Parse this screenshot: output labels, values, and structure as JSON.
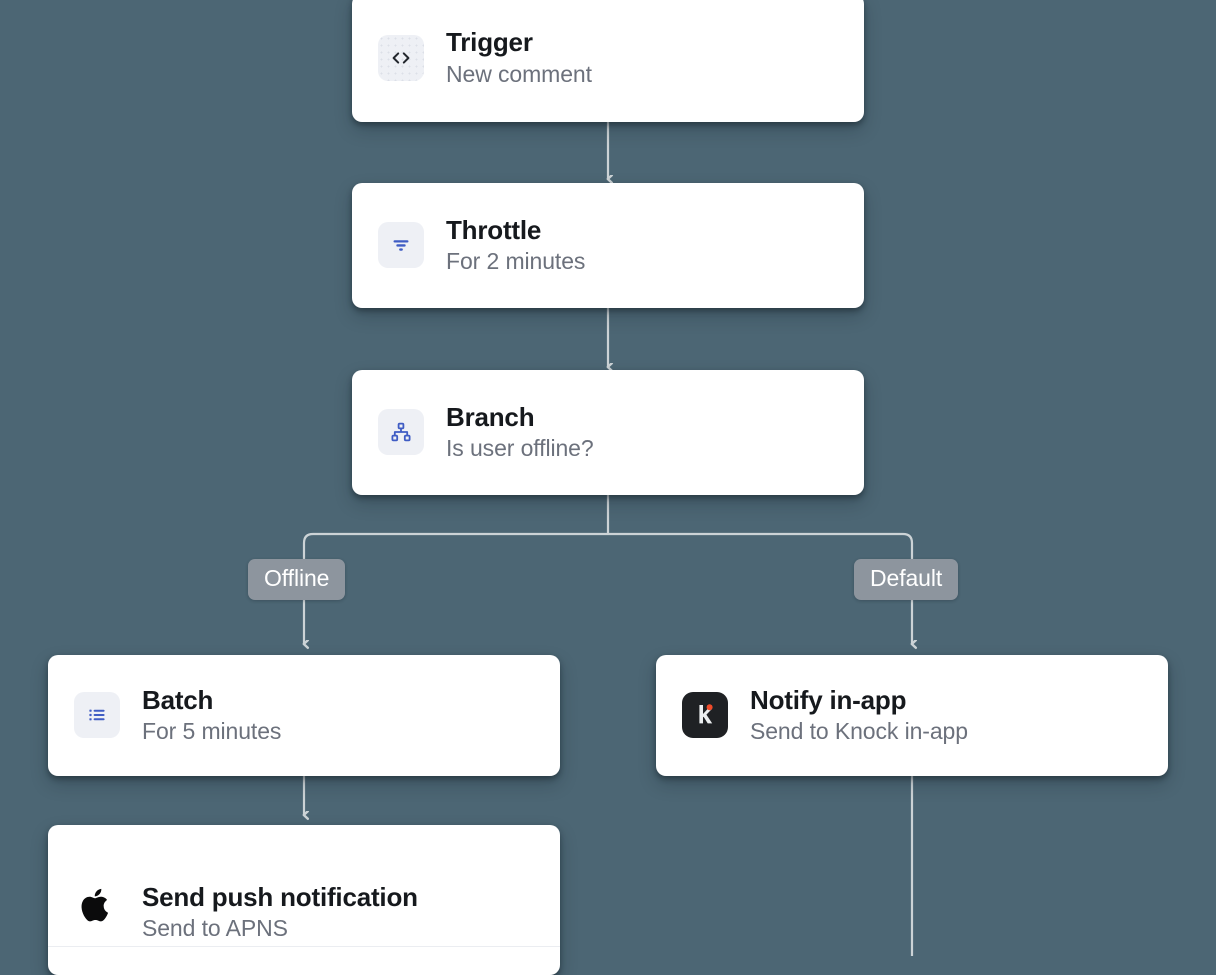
{
  "canvas": {
    "background_color": "#4c6674",
    "edge_color": "#ccd3d6",
    "accent_color": "#3f5cc4",
    "icon_tile_color": "#eef0f5",
    "badge_color": "#8d959e",
    "title_color": "#16191d",
    "subtitle_color": "#6c717c"
  },
  "nodes": [
    {
      "id": "trigger",
      "title": "Trigger",
      "subtitle": "New comment",
      "icon": "code-brackets-icon"
    },
    {
      "id": "throttle",
      "title": "Throttle",
      "subtitle": "For 2 minutes",
      "icon": "filter-icon"
    },
    {
      "id": "branch",
      "title": "Branch",
      "subtitle": "Is user offline?",
      "icon": "hierarchy-icon"
    },
    {
      "id": "batch",
      "title": "Batch",
      "subtitle": "For 5 minutes",
      "icon": "bullet-list-icon"
    },
    {
      "id": "notify-in-app",
      "title": "Notify in-app",
      "subtitle": "Send to Knock in-app",
      "icon": "knock-logo-icon"
    },
    {
      "id": "send-push",
      "title": "Send push notification",
      "subtitle": "Send to APNS",
      "icon": "apple-logo-icon"
    }
  ],
  "branch_labels": [
    {
      "id": "offline",
      "label": "Offline"
    },
    {
      "id": "default",
      "label": "Default"
    }
  ]
}
